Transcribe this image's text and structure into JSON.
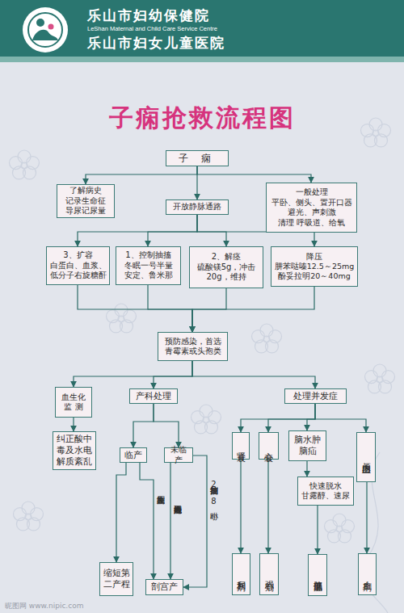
{
  "diagram": {
    "title": "子痫抢救流程图",
    "nodes": [
      {
        "text": [
          "子 痫"
        ]
      },
      {
        "text": [
          "了解病史",
          "记录生命征",
          "导尿记尿量"
        ]
      },
      {
        "text": [
          "开放静脉通路"
        ]
      },
      {
        "text": [
          "一般处理",
          "平卧、侧头、置开口器",
          "避光、声刺激",
          "清理 呼吸道、给氧"
        ]
      },
      {
        "text": [
          "3、扩容",
          "白蛋白、血浆、低分子右旋糖酐"
        ]
      },
      {
        "text": [
          "1、控制抽搐",
          "冬眠一号半量",
          "安定、鲁米那"
        ]
      },
      {
        "text": [
          "2、解痉",
          "硫酸镁5g，冲击 20g，维持"
        ]
      },
      {
        "text": [
          "降压",
          "肼苯哒嗪12.5～25mg",
          "酚妥拉明20～40mg"
        ]
      },
      {
        "text": [
          "预防感染，首选 青霉素或头孢类"
        ]
      },
      {
        "text": [
          "血生化 监 测"
        ]
      },
      {
        "text": [
          "产科处理"
        ]
      },
      {
        "text": [
          "处理并发症"
        ]
      },
      {
        "text": [
          "纠正酸中毒及水电解质紊乱"
        ]
      },
      {
        "text": [
          "临产"
        ]
      },
      {
        "text": [
          "未临产"
        ]
      },
      {
        "text": [
          "肾衰"
        ]
      },
      {
        "text": [
          "心衰"
        ]
      },
      {
        "text": [
          "脑水肿 脑疝"
        ]
      },
      {
        "text": [
          "颅内出血"
        ]
      },
      {
        "text": [
          "快速脱水 甘露醇、速尿"
        ]
      },
      {
        "text": [
          "缩短第二产程"
        ]
      },
      {
        "text": [
          "剖宫产"
        ]
      },
      {
        "text": [
          "利尿剂"
        ]
      },
      {
        "text": [
          "强心剂"
        ]
      },
      {
        "text": [
          "脑部低温"
        ]
      },
      {
        "text": [
          "止血剂"
        ]
      }
    ],
    "edges": [
      {
        "from": 0,
        "to": 1,
        "arrow": "to"
      },
      {
        "from": 0,
        "to": 2,
        "arrow": "to"
      },
      {
        "from": 0,
        "to": 3,
        "arrow": "to"
      },
      {
        "from": 2,
        "to": 4,
        "arrow": "to"
      },
      {
        "from": 2,
        "to": 5,
        "arrow": "to"
      },
      {
        "from": 2,
        "to": 6,
        "arrow": "to"
      },
      {
        "from": 2,
        "to": 7,
        "arrow": "to"
      },
      {
        "from": 4,
        "to": 8,
        "arrow": "to"
      },
      {
        "from": 5,
        "to": 8,
        "arrow": "to"
      },
      {
        "from": 6,
        "to": 8,
        "arrow": "to"
      },
      {
        "from": 7,
        "to": 8,
        "arrow": "to"
      },
      {
        "from": 8,
        "to": 9,
        "arrow": "to"
      },
      {
        "from": 8,
        "to": 10,
        "arrow": "to"
      },
      {
        "from": 8,
        "to": 11,
        "arrow": "to"
      },
      {
        "from": 9,
        "to": 12,
        "arrow": "to"
      },
      {
        "from": 10,
        "to": 13,
        "arrow": "to"
      },
      {
        "from": 10,
        "to": 14,
        "arrow": "to"
      },
      {
        "from": 11,
        "to": 15,
        "arrow": "to"
      },
      {
        "from": 11,
        "to": 16,
        "arrow": "to"
      },
      {
        "from": 11,
        "to": 17,
        "arrow": "to"
      },
      {
        "from": 11,
        "to": 18,
        "arrow": "to"
      },
      {
        "from": 17,
        "to": 19,
        "arrow": "to"
      },
      {
        "from": 19,
        "to": 24,
        "arrow": "to"
      },
      {
        "from": 15,
        "to": 22,
        "arrow": "to"
      },
      {
        "from": 16,
        "to": 23,
        "arrow": "to"
      },
      {
        "from": 18,
        "to": 25,
        "arrow": "to"
      },
      {
        "from": 13,
        "to": 20,
        "arrow": "to"
      },
      {
        "from": 13,
        "to": 21,
        "label": "血压未控制",
        "arrow": "to"
      },
      {
        "from": 14,
        "to": 21,
        "label": "短期内不能分娩",
        "arrow": "to"
      },
      {
        "from": 14,
        "to": 21,
        "label": "抽搐控制2～8小时",
        "arrow": "to"
      }
    ],
    "labels": [
      "乐山市妇幼保健院",
      "LeShan Maternal and Child Care Service Centre",
      "乐山市妇女儿童医院",
      "昵图网 www.nipic.com"
    ]
  }
}
